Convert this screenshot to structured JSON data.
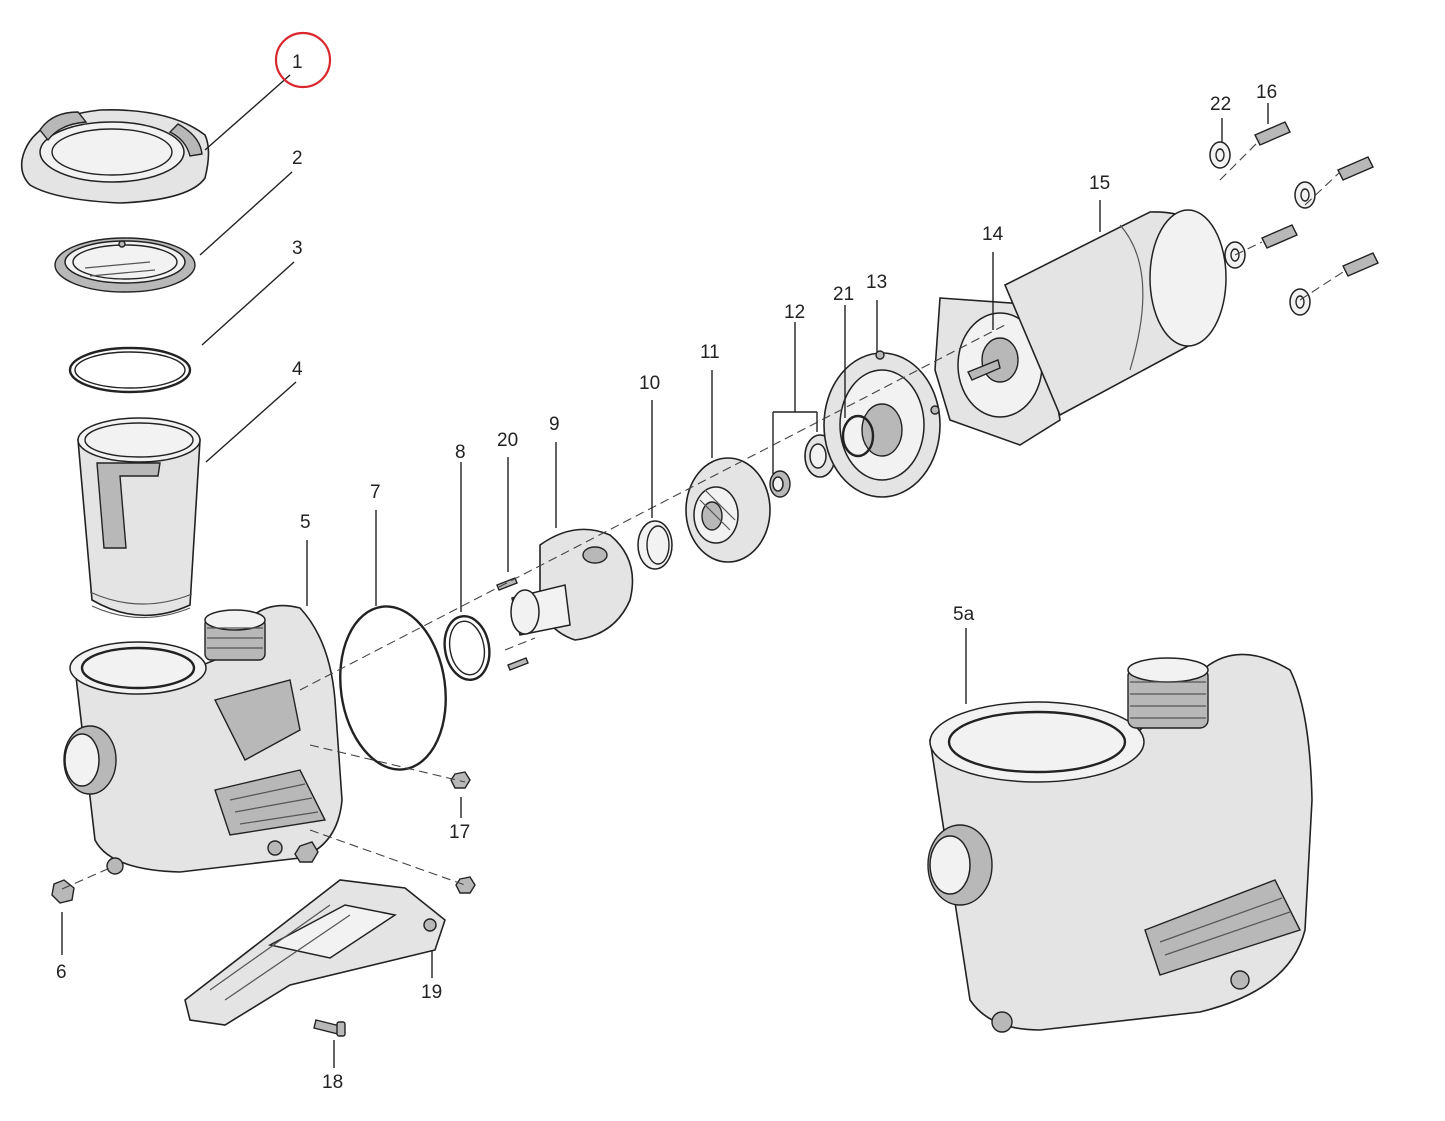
{
  "diagram": {
    "highlight_color": "#d9262c",
    "labels": {
      "p1": "1",
      "p2": "2",
      "p3": "3",
      "p4": "4",
      "p5": "5",
      "p5a": "5a",
      "p6": "6",
      "p7": "7",
      "p8": "8",
      "p9": "9",
      "p10": "10",
      "p11": "11",
      "p12": "12",
      "p13": "13",
      "p14": "14",
      "p15": "15",
      "p16": "16",
      "p17": "17",
      "p18": "18",
      "p19": "19",
      "p20": "20",
      "p21": "21",
      "p22": "22"
    }
  }
}
